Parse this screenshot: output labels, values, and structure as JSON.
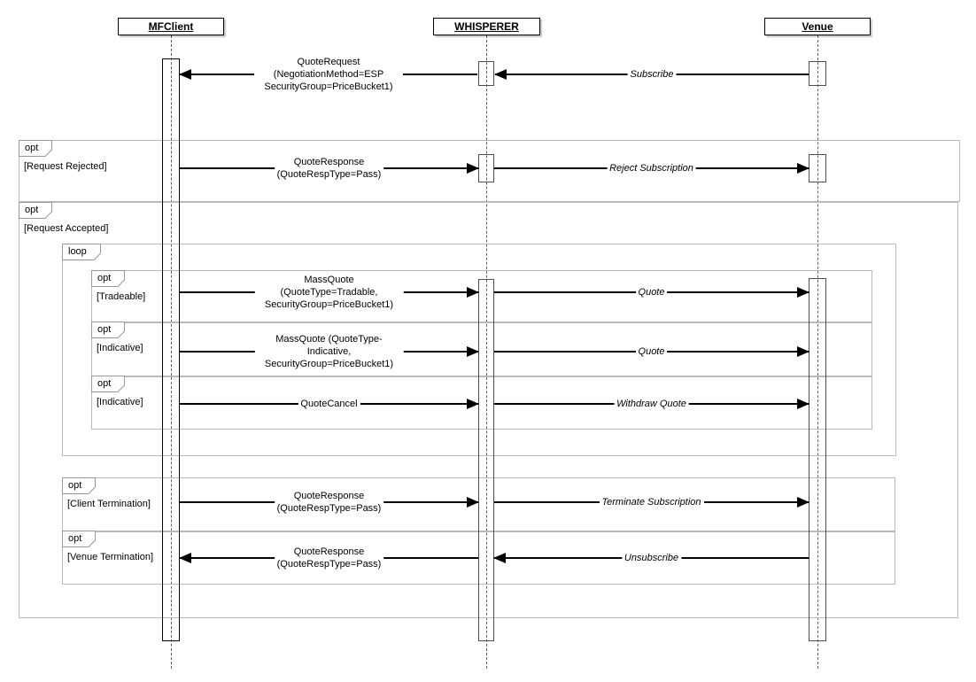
{
  "diagram": {
    "type": "uml-sequence",
    "participants": [
      {
        "name": "MFClient"
      },
      {
        "name": "WHISPERER"
      },
      {
        "name": "Venue"
      }
    ],
    "fragments": [
      {
        "op": "opt",
        "guard": "[Request Rejected]"
      },
      {
        "op": "opt",
        "guard": "[Request Accepted]"
      },
      {
        "op": "loop",
        "guard": ""
      },
      {
        "op": "opt",
        "guard": "[Tradeable]"
      },
      {
        "op": "opt",
        "guard": "[Indicative]"
      },
      {
        "op": "opt",
        "guard": "[Indicative]"
      },
      {
        "op": "opt",
        "guard": "[Client Termination]"
      },
      {
        "op": "opt",
        "guard": "[Venue Termination]"
      }
    ],
    "messages": [
      {
        "from": "WHISPERER",
        "to": "MFClient",
        "label": "QuoteRequest (NegotiationMethod=ESP\nSecurityGroup=PriceBucket1)"
      },
      {
        "from": "Venue",
        "to": "WHISPERER",
        "label": "Subscribe"
      },
      {
        "from": "MFClient",
        "to": "WHISPERER",
        "label": "QuoteResponse\n(QuoteRespType=Pass)"
      },
      {
        "from": "WHISPERER",
        "to": "Venue",
        "label": "Reject Subscription"
      },
      {
        "from": "MFClient",
        "to": "WHISPERER",
        "label": "MassQuote (QuoteType=Tradable,\nSecurityGroup=PriceBucket1)"
      },
      {
        "from": "WHISPERER",
        "to": "Venue",
        "label": "Quote"
      },
      {
        "from": "MFClient",
        "to": "WHISPERER",
        "label": "MassQuote (QuoteType-Indicative,\nSecurityGroup=PriceBucket1)"
      },
      {
        "from": "WHISPERER",
        "to": "Venue",
        "label": "Quote"
      },
      {
        "from": "MFClient",
        "to": "WHISPERER",
        "label": "QuoteCancel"
      },
      {
        "from": "WHISPERER",
        "to": "Venue",
        "label": "Withdraw Quote"
      },
      {
        "from": "MFClient",
        "to": "WHISPERER",
        "label": "QuoteResponse\n(QuoteRespType=Pass)"
      },
      {
        "from": "WHISPERER",
        "to": "Venue",
        "label": "Terminate Subscription"
      },
      {
        "from": "WHISPERER",
        "to": "MFClient",
        "label": "QuoteResponse\n(QuoteRespType=Pass)"
      },
      {
        "from": "Venue",
        "to": "WHISPERER",
        "label": "Unsubscribe"
      }
    ],
    "colors": {
      "arrow": "#000000",
      "fragment_border": "#b9b9b9",
      "lifeline": "#5f5f5f"
    }
  }
}
